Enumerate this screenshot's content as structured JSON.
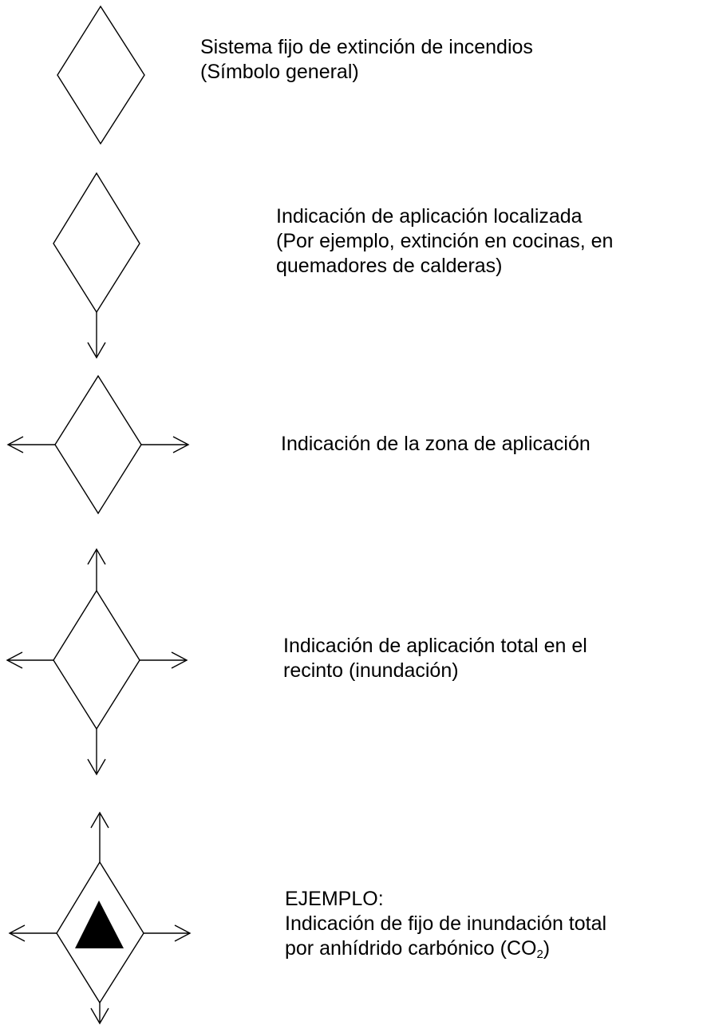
{
  "items": [
    {
      "symbol": "diamond",
      "lines": [
        "Sistema fijo de extinción de incendios",
        "(Símbolo general)"
      ]
    },
    {
      "symbol": "diamond-arrow-down",
      "lines": [
        "Indicación de aplicación localizada",
        "(Por ejemplo, extinción en cocinas, en",
        "quemadores de calderas)"
      ]
    },
    {
      "symbol": "diamond-arrows-left-right",
      "lines": [
        "Indicación de la zona de aplicación"
      ]
    },
    {
      "symbol": "diamond-arrows-four-directions",
      "lines": [
        "Indicación de aplicación total en el",
        "recinto (inundación)"
      ]
    },
    {
      "symbol": "diamond-arrows-four-directions-filled-triangle",
      "lines": [
        "EJEMPLO:",
        "Indicación de fijo de inundación total"
      ],
      "last_line_prefix": "por anhídrido carbónico (CO",
      "last_line_subscript": "2",
      "last_line_suffix": ")"
    }
  ]
}
